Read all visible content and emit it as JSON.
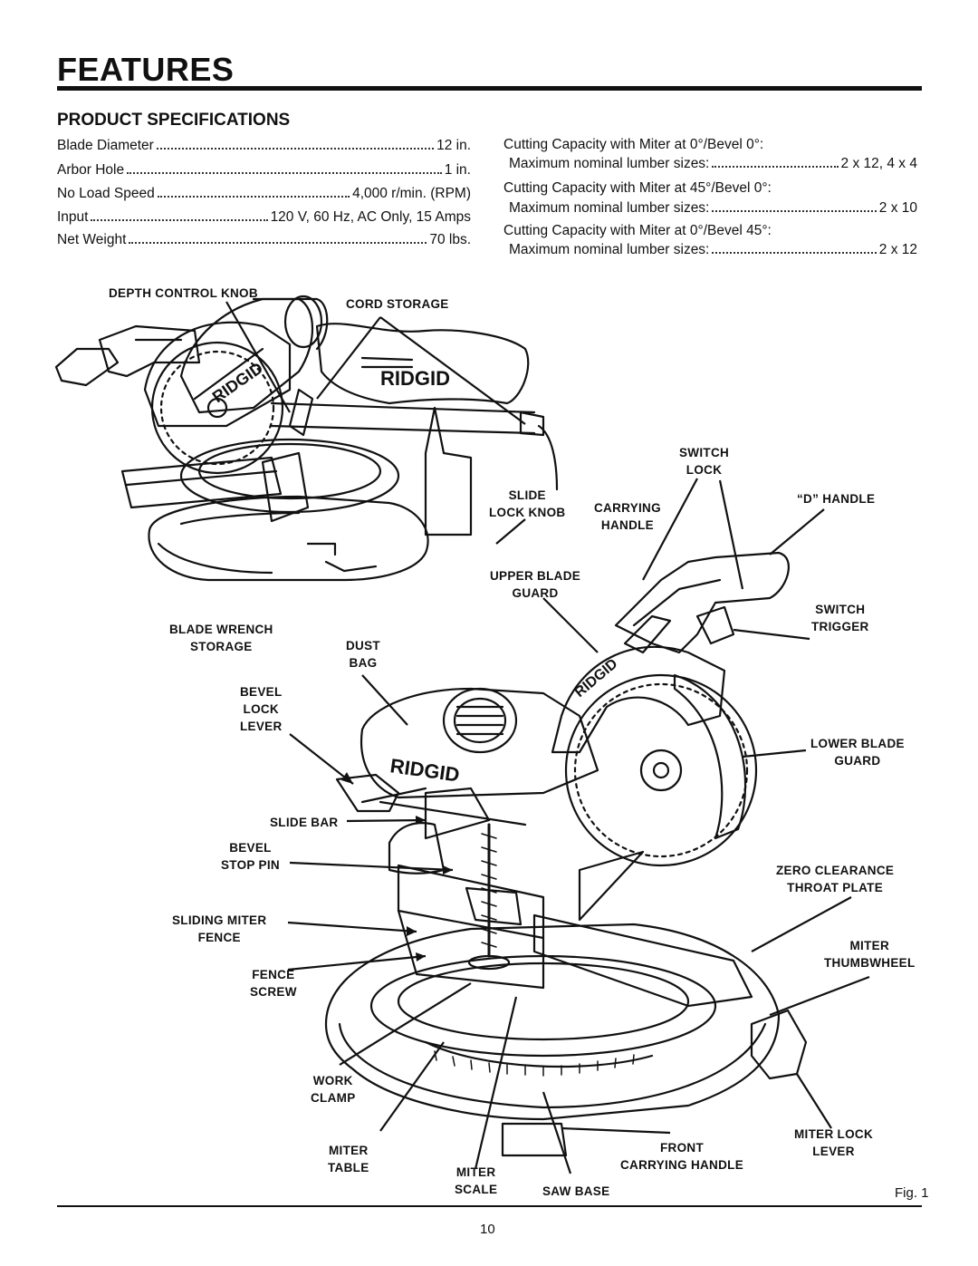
{
  "title": "FEATURES",
  "spec_heading": "PRODUCT SPECIFICATIONS",
  "specs": [
    {
      "label": "Blade Diameter",
      "value": "12 in."
    },
    {
      "label": "Arbor Hole",
      "value": "1 in."
    },
    {
      "label": "No Load Speed",
      "value": "4,000 r/min. (RPM)"
    },
    {
      "label": "Input",
      "value": "120 V, 60 Hz, AC Only, 15 Amps"
    },
    {
      "label": "Net Weight",
      "value": "70 lbs."
    }
  ],
  "capacities": [
    {
      "heading": "Cutting Capacity with Miter at 0°/Bevel 0°:",
      "label": "Maximum nominal lumber sizes:",
      "value": "2 x 12, 4 x 4"
    },
    {
      "heading": "Cutting Capacity with Miter at 45°/Bevel 0°:",
      "label": "Maximum nominal lumber sizes:",
      "value": "2 x 10"
    },
    {
      "heading": "Cutting Capacity with Miter at 0°/Bevel 45°:",
      "label": "Maximum nominal lumber sizes:",
      "value": "2 x 12"
    }
  ],
  "callouts": {
    "depth_control_knob": "DEPTH CONTROL KNOB",
    "cord_storage": "CORD STORAGE",
    "switch_lock": "SWITCH\nLOCK",
    "slide_lock_knob": "SLIDE\nLOCK KNOB",
    "carrying_handle": "CARRYING\nHANDLE",
    "d_handle": "“D” HANDLE",
    "upper_blade_guard": "UPPER BLADE\nGUARD",
    "switch_trigger": "SWITCH\nTRIGGER",
    "blade_wrench_storage": "BLADE WRENCH\nSTORAGE",
    "dust_bag": "DUST\nBAG",
    "bevel_lock_lever": "BEVEL\nLOCK\nLEVER",
    "lower_blade_guard": "LOWER BLADE\nGUARD",
    "slide_bar": "SLIDE BAR",
    "bevel_stop_pin": "BEVEL\nSTOP PIN",
    "zero_clearance": "ZERO CLEARANCE\nTHROAT PLATE",
    "sliding_miter_fence": "SLIDING MITER\nFENCE",
    "miter_thumbwheel": "MITER\nTHUMBWHEEL",
    "fence_screw": "FENCE\nSCREW",
    "work_clamp": "WORK\nCLAMP",
    "miter_table": "MITER\nTABLE",
    "miter_scale": "MITER\nSCALE",
    "saw_base": "SAW BASE",
    "front_carrying_handle": "FRONT\nCARRYING HANDLE",
    "miter_lock_lever": "MITER LOCK\nLEVER"
  },
  "brand_logo": "RIDGID",
  "figure_label": "Fig. 1",
  "page_number": "10"
}
